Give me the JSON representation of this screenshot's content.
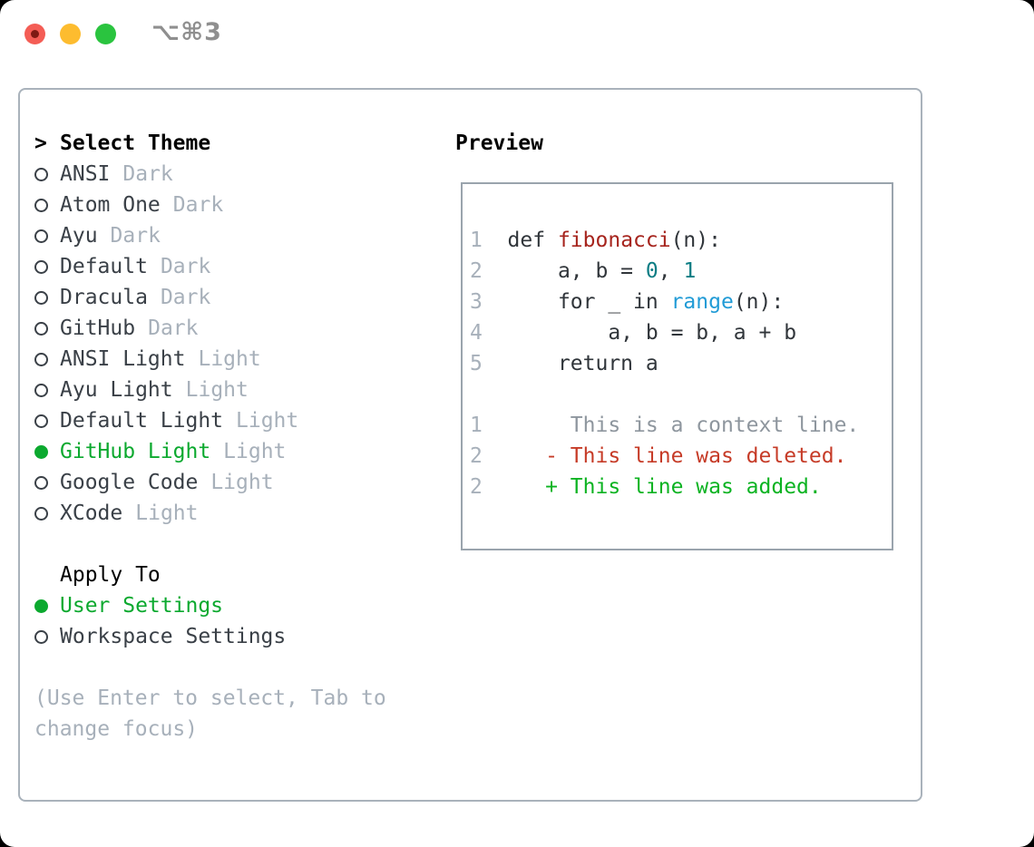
{
  "window": {
    "title": "⌥⌘3",
    "traffic_lights": {
      "close_color": "#f45d55",
      "minimize_color": "#fdbc2f",
      "zoom_color": "#2ac43f"
    }
  },
  "panel": {
    "select_theme": {
      "marker": ">",
      "header": "Select Theme",
      "items": [
        {
          "name": "ANSI",
          "variant": "Dark",
          "selected": false
        },
        {
          "name": "Atom One",
          "variant": "Dark",
          "selected": false
        },
        {
          "name": "Ayu",
          "variant": "Dark",
          "selected": false
        },
        {
          "name": "Default",
          "variant": "Dark",
          "selected": false
        },
        {
          "name": "Dracula",
          "variant": "Dark",
          "selected": false
        },
        {
          "name": "GitHub",
          "variant": "Dark",
          "selected": false
        },
        {
          "name": "ANSI Light",
          "variant": "Light",
          "selected": false
        },
        {
          "name": "Ayu Light",
          "variant": "Light",
          "selected": false
        },
        {
          "name": "Default Light",
          "variant": "Light",
          "selected": false
        },
        {
          "name": "GitHub Light",
          "variant": "Light",
          "selected": true
        },
        {
          "name": "Google Code",
          "variant": "Light",
          "selected": false
        },
        {
          "name": "XCode",
          "variant": "Light",
          "selected": false
        }
      ]
    },
    "apply_to": {
      "header": "Apply To",
      "options": [
        {
          "label": "User Settings",
          "selected": true
        },
        {
          "label": "Workspace Settings",
          "selected": false
        }
      ]
    },
    "help": {
      "line1": "(Use Enter to select, Tab to",
      "line2": "change focus)"
    }
  },
  "preview": {
    "header": "Preview",
    "code": [
      {
        "num": "1",
        "t1": "  def ",
        "fn": "fibonacci",
        "t2": "(n):"
      },
      {
        "num": "2",
        "t1": "      a, b = ",
        "n1": "0",
        "t2": ", ",
        "n2": "1"
      },
      {
        "num": "3",
        "t1": "      for _ in ",
        "fn": "range",
        "t2": "(n):"
      },
      {
        "num": "4",
        "t1": "          a, b = b, a + b"
      },
      {
        "num": "5",
        "t1": "      return a"
      }
    ],
    "diff": [
      {
        "num": "1",
        "kind": "context",
        "text": "       This is a context line."
      },
      {
        "num": "2",
        "kind": "deleted",
        "text": "     - This line was deleted."
      },
      {
        "num": "2",
        "kind": "added",
        "text": "     + This line was added."
      }
    ]
  },
  "colors": {
    "selected_green": "#0ca92f",
    "keyword_name_red": "#a6241d",
    "builtin_blue": "#219bd6",
    "number_teal": "#0b7d84",
    "diff_deleted_red": "#c63b27",
    "diff_added_green": "#0cb322",
    "muted_gray": "#a7b0ba",
    "text_dark": "#3a4047",
    "panel_border": "#a9b2bb"
  }
}
